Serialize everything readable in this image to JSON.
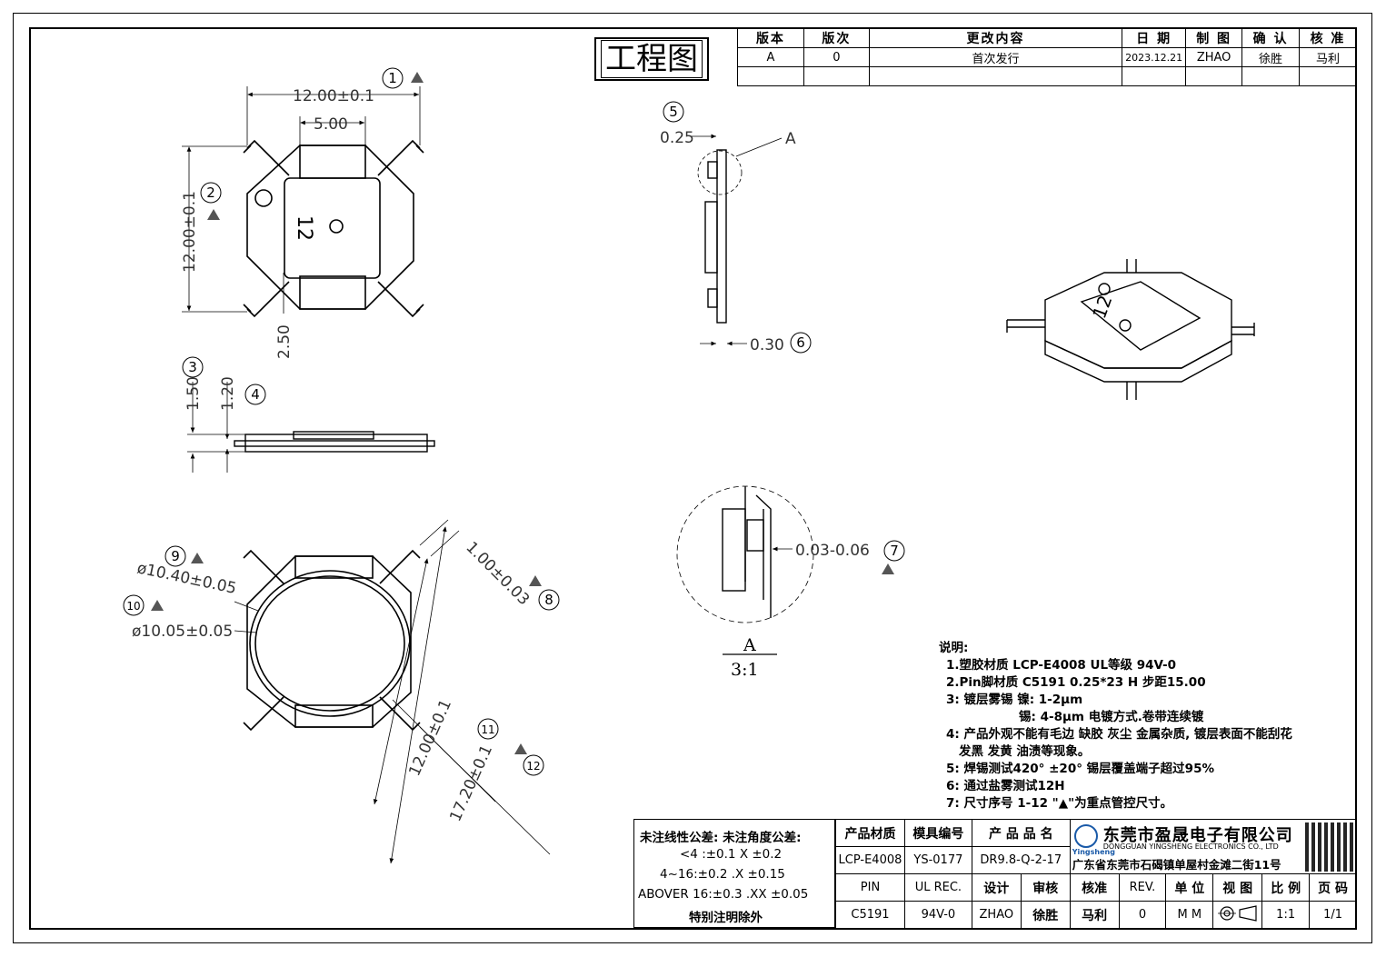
{
  "title": "工程图",
  "revision": {
    "headers": [
      "版本",
      "版次",
      "更改内容",
      "日 期",
      "制 图",
      "确 认",
      "核 准"
    ],
    "row": [
      "A",
      "0",
      "首次发行",
      "2023.12.21",
      "ZHAO",
      "徐胜",
      "马利"
    ]
  },
  "dims": {
    "top_width": "12.00±0.1",
    "top_inner": "5.00",
    "top_height": "12.00±0.1",
    "top_offset": "2.50",
    "side_h1": "1.50",
    "side_h2": "1.20",
    "pin_thick": "0.25",
    "pin_w": "0.30",
    "detail_label": "A",
    "plating": "0.03-0.06",
    "dia_outer": "ø10.40±0.05",
    "dia_inner": "ø10.05±0.05",
    "pin_gap": "1.00±0.03",
    "body_diag": "12.00±0.1",
    "pin_span": "17.20±0.1",
    "detail_title": "A",
    "detail_scale": "3:1",
    "part_mark": "12"
  },
  "callouts": [
    "1",
    "2",
    "3",
    "4",
    "5",
    "6",
    "7",
    "8",
    "9",
    "10",
    "11",
    "12"
  ],
  "notes": [
    "说明:",
    "1.塑胶材质 LCP-E4008  UL等级 94V-0",
    "2.Pin脚材质 C5191  0.25*23 H 步距15.00",
    "3: 镀层雾锡  镍: 1-2μm",
    "锡: 4-8μm 电镀方式.卷带连续镀",
    "4: 产品外观不能有毛边 缺胶 灰尘 金属杂质, 镀层表面不能刮花",
    "发黑 发黄 油渍等现象。",
    "5: 焊锡测试420° ±20° 锡层覆盖端子超过95%",
    "6: 通过盐雾测试12H",
    "7: 尺寸序号 1-12 \"▲\"为重点管控尺寸。"
  ],
  "tolerance": {
    "header": "未注线性公差:  未注角度公差:",
    "line1": "<4 :±0.1  X ±0.2",
    "line2": "4~16:±0.2  .X ±0.15",
    "line3": "ABOVER 16:±0.3  .XX ±0.05",
    "footer": "特别注明除外"
  },
  "info": {
    "labels": [
      "产品材质",
      "模具编号",
      "产 品 品 名"
    ],
    "values": [
      "LCP-E4008",
      "YS-0177",
      "DR9.8-Q-2-17"
    ],
    "company_cn": "东莞市盈晟电子有限公司",
    "company_en": "DONGGUAN YINGSHENG ELECTRONICS CO., LTD",
    "brand": "Yingsheng",
    "address": "广东省东莞市石碣镇单屋村金滩二街11号",
    "row3": [
      "PIN",
      "UL REC.",
      "设计",
      "审核",
      "核准",
      "REV.",
      "单 位",
      "视 图",
      "比 例",
      "页 码"
    ],
    "row4": [
      "C5191",
      "94V-0",
      "ZHAO",
      "徐胜",
      "马利",
      "0",
      "M M",
      "",
      "1:1",
      "1/1"
    ]
  }
}
